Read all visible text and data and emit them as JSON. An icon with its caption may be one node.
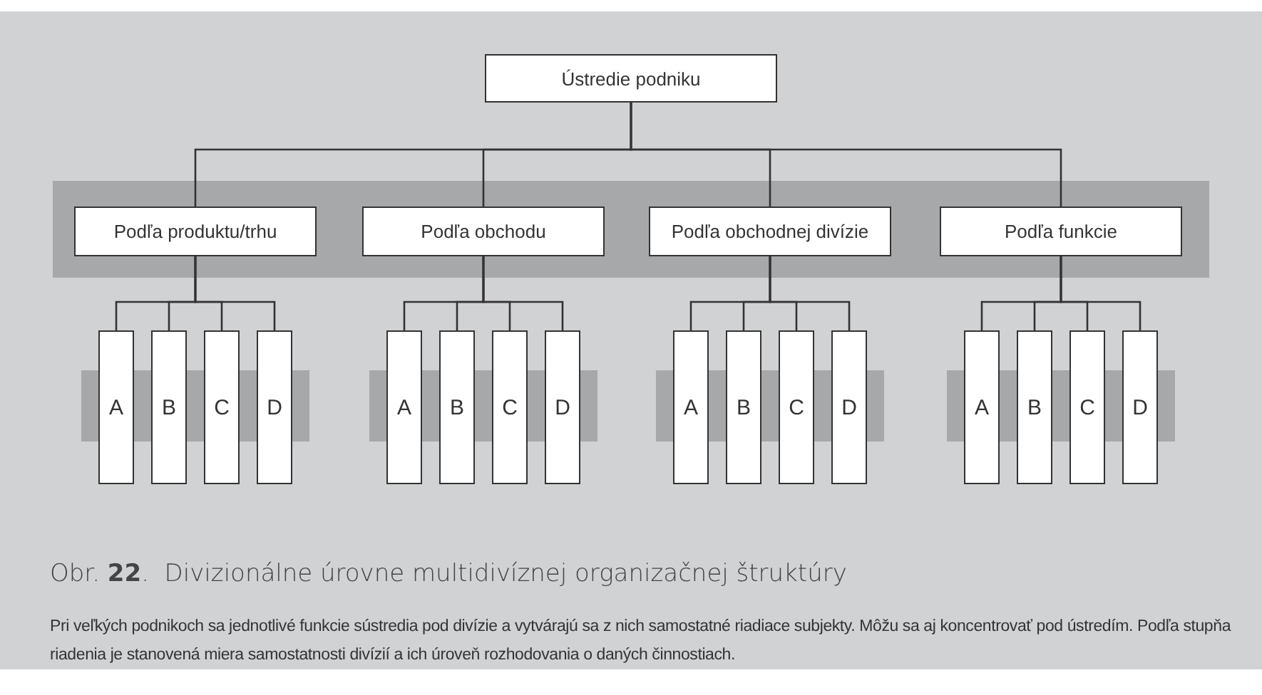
{
  "diagram": {
    "caption": "Obr. **22**.  Divizionálne úrovne multidivíznej organizačnej štruktúry",
    "nodes": [
      {
        "text": [
          "Ústredie podniku"
        ]
      },
      {
        "text": [
          "Podľa produktu/trhu"
        ]
      },
      {
        "text": [
          "Podľa obchodu"
        ]
      },
      {
        "text": [
          "Podľa obchodnej divízie"
        ]
      },
      {
        "text": [
          "Podľa funkcie"
        ]
      },
      {
        "text": [
          "A"
        ]
      },
      {
        "text": [
          "B"
        ]
      },
      {
        "text": [
          "C"
        ]
      },
      {
        "text": [
          "D"
        ]
      },
      {
        "text": [
          "A"
        ]
      },
      {
        "text": [
          "B"
        ]
      },
      {
        "text": [
          "C"
        ]
      },
      {
        "text": [
          "D"
        ]
      },
      {
        "text": [
          "A"
        ]
      },
      {
        "text": [
          "B"
        ]
      },
      {
        "text": [
          "C"
        ]
      },
      {
        "text": [
          "D"
        ]
      },
      {
        "text": [
          "A"
        ]
      },
      {
        "text": [
          "B"
        ]
      },
      {
        "text": [
          "C"
        ]
      },
      {
        "text": [
          "D"
        ]
      }
    ],
    "edges": [
      {
        "from": 0,
        "to": 1,
        "arrow": "none"
      },
      {
        "from": 0,
        "to": 2,
        "arrow": "none"
      },
      {
        "from": 0,
        "to": 3,
        "arrow": "none"
      },
      {
        "from": 0,
        "to": 4,
        "arrow": "none"
      },
      {
        "from": 1,
        "to": 5,
        "arrow": "none"
      },
      {
        "from": 1,
        "to": 6,
        "arrow": "none"
      },
      {
        "from": 1,
        "to": 7,
        "arrow": "none"
      },
      {
        "from": 1,
        "to": 8,
        "arrow": "none"
      },
      {
        "from": 2,
        "to": 9,
        "arrow": "none"
      },
      {
        "from": 2,
        "to": 10,
        "arrow": "none"
      },
      {
        "from": 2,
        "to": 11,
        "arrow": "none"
      },
      {
        "from": 2,
        "to": 12,
        "arrow": "none"
      },
      {
        "from": 3,
        "to": 13,
        "arrow": "none"
      },
      {
        "from": 3,
        "to": 14,
        "arrow": "none"
      },
      {
        "from": 3,
        "to": 15,
        "arrow": "none"
      },
      {
        "from": 3,
        "to": 16,
        "arrow": "none"
      },
      {
        "from": 4,
        "to": 17,
        "arrow": "none"
      },
      {
        "from": 4,
        "to": 18,
        "arrow": "none"
      },
      {
        "from": 4,
        "to": 19,
        "arrow": "none"
      },
      {
        "from": 4,
        "to": 20,
        "arrow": "none"
      }
    ],
    "labels": [
      "Pri veľkých podnikoch sa jednotlivé funkcie sústredia pod divízie a vytvárajú sa z nich samostatné riadiace subjekty. Môžu sa aj koncentrovať pod ústredím. Podľa stupňa riadenia je stanovená miera samostatnosti divízií a ich úroveň rozhodovania o daných činnostiach."
    ]
  }
}
